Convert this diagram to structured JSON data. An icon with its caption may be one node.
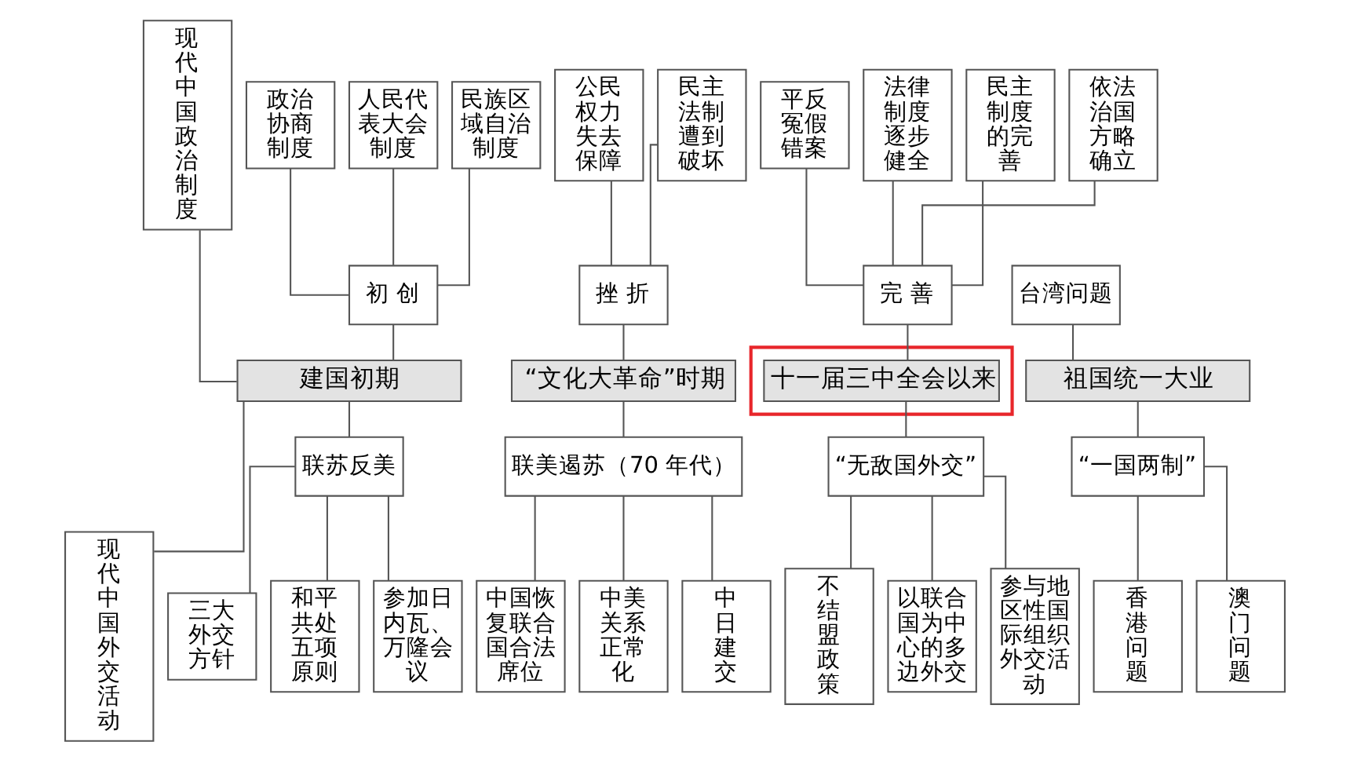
{
  "diagram": {
    "nodes": [
      {
        "text": [
          "现代中国政治制度"
        ]
      },
      {
        "text": [
          "政治协商制度"
        ]
      },
      {
        "text": [
          "人民代表大会制度"
        ]
      },
      {
        "text": [
          "民族区域自治制度"
        ]
      },
      {
        "text": [
          "公民权力失去保障"
        ]
      },
      {
        "text": [
          "民主法制遭到破坏"
        ]
      },
      {
        "text": [
          "平反冤假错案"
        ]
      },
      {
        "text": [
          "法律制度逐步健全"
        ]
      },
      {
        "text": [
          "民主制度的完善"
        ]
      },
      {
        "text": [
          "依法治国方略确立"
        ]
      },
      {
        "text": [
          "初 创"
        ]
      },
      {
        "text": [
          "挫 折"
        ]
      },
      {
        "text": [
          "完 善"
        ]
      },
      {
        "text": [
          "台湾问题"
        ]
      },
      {
        "text": [
          "建国初期"
        ]
      },
      {
        "text": [
          "“文化大革命”时期"
        ]
      },
      {
        "text": [],
        "shape": "box"
      },
      {
        "text": [
          "十一届三中全会以来"
        ],
        "in": 16
      },
      {
        "text": [
          "祖国统一大业"
        ]
      },
      {
        "text": [
          "现代中国外交活动"
        ]
      },
      {
        "text": [
          "联苏反美"
        ]
      },
      {
        "text": [
          "联美遏苏（70 年代）"
        ]
      },
      {
        "text": [
          "“无敌国外交”"
        ]
      },
      {
        "text": [
          "“一国两制”"
        ]
      },
      {
        "text": [
          "三大外交方针"
        ]
      },
      {
        "text": [
          "和平共处五项原则"
        ]
      },
      {
        "text": [
          "参加日内瓦、万隆会议"
        ]
      },
      {
        "text": [
          "中国恢复联合国合法席位"
        ]
      },
      {
        "text": [
          "中美关系正常化"
        ]
      },
      {
        "text": [
          "中日建交"
        ]
      },
      {
        "text": [
          "不结盟政策"
        ]
      },
      {
        "text": [
          "以联合国为中心的多边外交"
        ]
      },
      {
        "text": [
          "参与地区性国际组织外交活动"
        ]
      },
      {
        "text": [
          "香港问题"
        ]
      },
      {
        "text": [
          "澳门问题"
        ]
      }
    ],
    "edges": [
      {
        "from": 1,
        "to": 10,
        "arrow": "none"
      },
      {
        "from": 2,
        "to": 10,
        "arrow": "none"
      },
      {
        "from": 3,
        "to": 10,
        "arrow": "none"
      },
      {
        "from": 4,
        "to": 11,
        "arrow": "none"
      },
      {
        "from": 5,
        "to": 11,
        "arrow": "none"
      },
      {
        "from": 6,
        "to": 12,
        "arrow": "none"
      },
      {
        "from": 7,
        "to": 12,
        "arrow": "none"
      },
      {
        "from": 8,
        "to": 12,
        "arrow": "none"
      },
      {
        "from": 9,
        "to": 12,
        "arrow": "none"
      },
      {
        "from": 0,
        "to": 14,
        "arrow": "none"
      },
      {
        "from": 10,
        "to": 14,
        "arrow": "none"
      },
      {
        "from": 11,
        "to": 15,
        "arrow": "none"
      },
      {
        "from": 12,
        "to": 17,
        "arrow": "none"
      },
      {
        "from": 13,
        "to": 18,
        "arrow": "none"
      },
      {
        "from": 14,
        "to": 19,
        "arrow": "none"
      },
      {
        "from": 14,
        "to": 20,
        "arrow": "none"
      },
      {
        "from": 15,
        "to": 21,
        "arrow": "none"
      },
      {
        "from": 17,
        "to": 22,
        "arrow": "none"
      },
      {
        "from": 18,
        "to": 23,
        "arrow": "none"
      },
      {
        "from": 20,
        "to": 24,
        "arrow": "none"
      },
      {
        "from": 20,
        "to": 25,
        "arrow": "none"
      },
      {
        "from": 20,
        "to": 26,
        "arrow": "none"
      },
      {
        "from": 21,
        "to": 27,
        "arrow": "none"
      },
      {
        "from": 21,
        "to": 28,
        "arrow": "none"
      },
      {
        "from": 21,
        "to": 29,
        "arrow": "none"
      },
      {
        "from": 22,
        "to": 30,
        "arrow": "none"
      },
      {
        "from": 22,
        "to": 31,
        "arrow": "none"
      },
      {
        "from": 22,
        "to": 32,
        "arrow": "none"
      },
      {
        "from": 23,
        "to": 33,
        "arrow": "none"
      },
      {
        "from": 23,
        "to": 34,
        "arrow": "none"
      }
    ]
  }
}
